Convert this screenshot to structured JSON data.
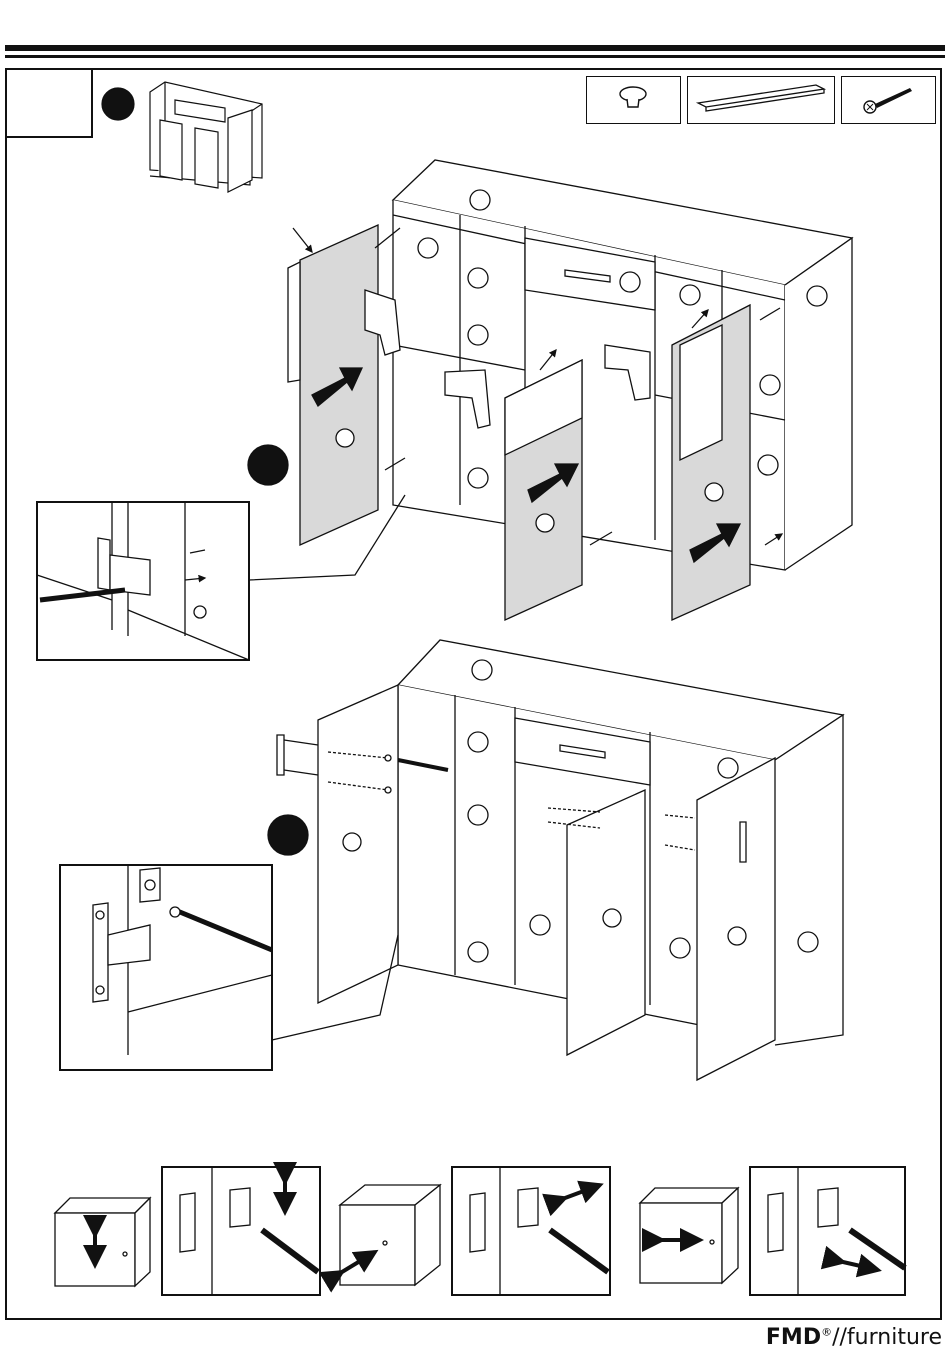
{
  "page": {
    "step_number": "",
    "brand": {
      "name": "FMD",
      "mark": "®",
      "suffix": "//furniture"
    }
  },
  "parts": [
    {
      "icon": "knob-icon",
      "qty": ""
    },
    {
      "icon": "handle-bar-icon",
      "qty": ""
    },
    {
      "icon": "screw-icon",
      "qty": ""
    }
  ],
  "figures": {
    "overview": "cabinet-overview",
    "door_mounting": "door-hinge-mounting",
    "handle_mounting": "handle-mounting",
    "adjustment_vertical": "hinge-adjust-vertical",
    "adjustment_depth": "hinge-adjust-depth",
    "adjustment_lateral": "hinge-adjust-lateral"
  }
}
